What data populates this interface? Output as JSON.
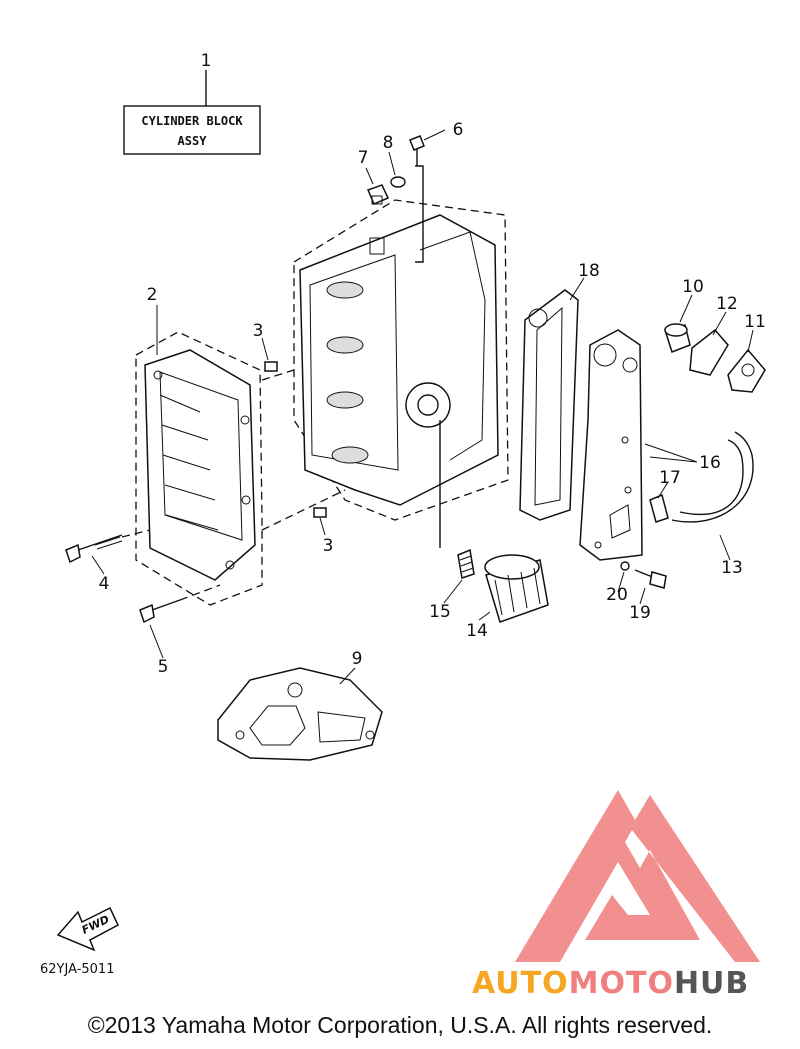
{
  "diagram": {
    "assy_label": {
      "line1": "CYLINDER BLOCK",
      "line2": "ASSY"
    },
    "drawing_code": "62YJA-5011",
    "fwd_label": "FWD",
    "callouts": [
      {
        "id": "c1",
        "text": "1"
      },
      {
        "id": "c2",
        "text": "2"
      },
      {
        "id": "c3a",
        "text": "3"
      },
      {
        "id": "c3b",
        "text": "3"
      },
      {
        "id": "c4",
        "text": "4"
      },
      {
        "id": "c5",
        "text": "5"
      },
      {
        "id": "c6",
        "text": "6"
      },
      {
        "id": "c7",
        "text": "7"
      },
      {
        "id": "c8",
        "text": "8"
      },
      {
        "id": "c9",
        "text": "9"
      },
      {
        "id": "c10",
        "text": "10"
      },
      {
        "id": "c11",
        "text": "11"
      },
      {
        "id": "c12",
        "text": "12"
      },
      {
        "id": "c13",
        "text": "13"
      },
      {
        "id": "c14",
        "text": "14"
      },
      {
        "id": "c15",
        "text": "15"
      },
      {
        "id": "c16",
        "text": "16"
      },
      {
        "id": "c17",
        "text": "17"
      },
      {
        "id": "c18",
        "text": "18"
      },
      {
        "id": "c19",
        "text": "19"
      },
      {
        "id": "c20",
        "text": "20"
      }
    ]
  },
  "watermark": {
    "part1": "AUTO",
    "part2": "MOTO",
    "part3": "HUB",
    "color_light": "#f5a623",
    "color_mid": "#f08080",
    "color_dark": "#555555",
    "logo_color": "#f07b7b"
  },
  "footer": {
    "copyright": "©2013 Yamaha Motor Corporation, U.S.A. All rights reserved."
  }
}
